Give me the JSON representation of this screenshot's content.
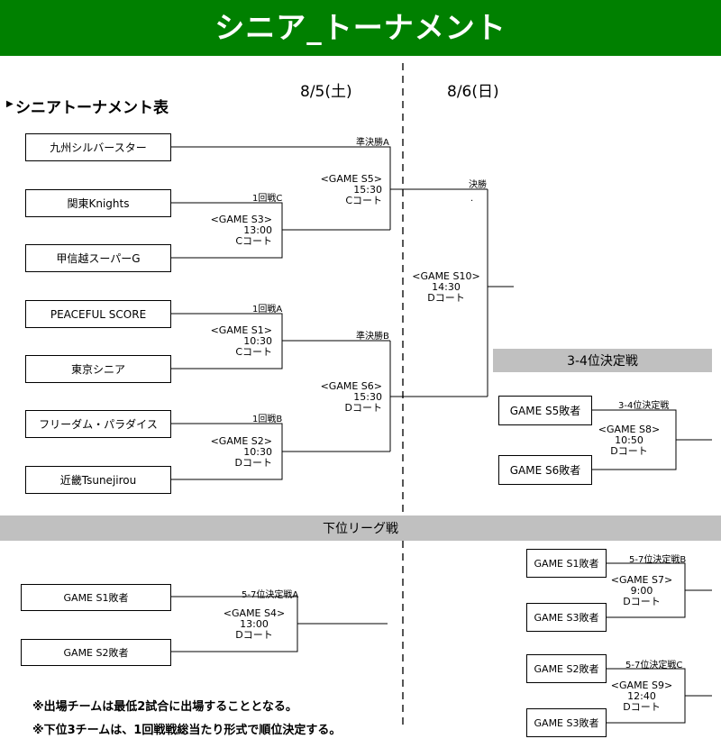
{
  "header": {
    "title": "シニア_トーナメント"
  },
  "section_title": "シニアトーナメント表",
  "dates": {
    "day1": "8/5(土)",
    "day2": "8/6(日)"
  },
  "teams": {
    "t1": "九州シルバースター",
    "t2": "関東Knights",
    "t3": "甲信越スーパーG",
    "t4": "PEACEFUL SCORE",
    "t5": "東京シニア",
    "t6": "フリーダム・パラダイス",
    "t7": "近畿Tsunejirou"
  },
  "labels": {
    "r1c": "1回戦C",
    "r1a": "1回戦A",
    "r1b": "1回戦B",
    "sfa": "準決勝A",
    "sfb": "準決勝B",
    "final": "決勝",
    "third": "3-4位決定戦",
    "p57a": "5-7位決定戦A",
    "p57b": "5-7位決定戦B",
    "p57c": "5-7位決定戦C"
  },
  "games": {
    "s3": {
      "name": "<GAME S3>",
      "time": "13:00",
      "court": "Cコート"
    },
    "s1": {
      "name": "<GAME S1>",
      "time": "10:30",
      "court": "Cコート"
    },
    "s2": {
      "name": "<GAME S2>",
      "time": "10:30",
      "court": "Dコート"
    },
    "s5": {
      "name": "<GAME S5>",
      "time": "15:30",
      "court": "Cコート"
    },
    "s6": {
      "name": "<GAME S6>",
      "time": "15:30",
      "court": "Dコート"
    },
    "s10": {
      "name": "<GAME S10>",
      "time": "14:30",
      "court": "Dコート"
    },
    "s8": {
      "name": "<GAME S8>",
      "time": "10:50",
      "court": "Dコート"
    },
    "s4": {
      "name": "<GAME S4>",
      "time": "13:00",
      "court": "Dコート"
    },
    "s7": {
      "name": "<GAME S7>",
      "time": "9:00",
      "court": "Dコート"
    },
    "s9": {
      "name": "<GAME S9>",
      "time": "12:40",
      "court": "Dコート"
    }
  },
  "third_place": {
    "title": "3-4位決定戦",
    "team_a": "GAME S5敗者",
    "team_b": "GAME S6敗者"
  },
  "lower": {
    "title": "下位リーグ戦",
    "a1": "GAME S1敗者",
    "a2": "GAME S2敗者",
    "b1": "GAME S1敗者",
    "b2": "GAME S3敗者",
    "c1": "GAME S2敗者",
    "c2": "GAME S3敗者"
  },
  "notes": {
    "n1": "※出場チームは最低2試合に出場することとなる。",
    "n2": "※下位3チームは、1回戦戦総当たり形式で順位決定する。"
  },
  "final_marker": "."
}
